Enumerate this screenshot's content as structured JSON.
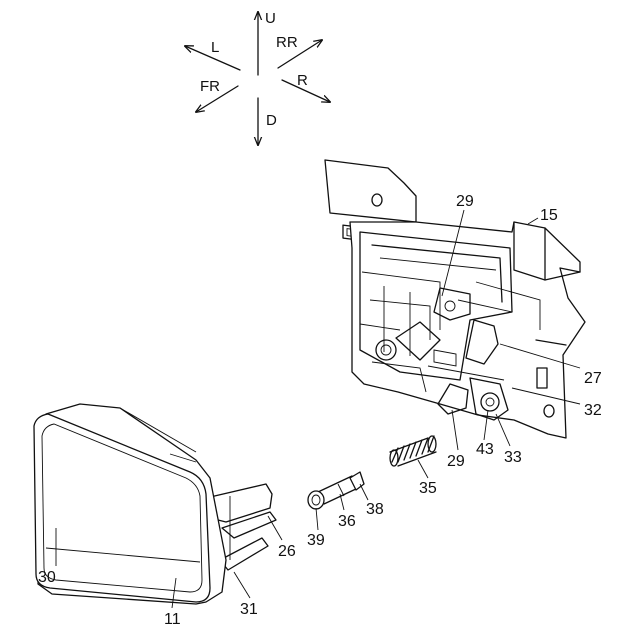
{
  "directions": {
    "up": "U",
    "down": "D",
    "left": "L",
    "right": "R",
    "front": "FR",
    "rear": "RR"
  },
  "part_labels": {
    "p15": "15",
    "p29a": "29",
    "p27": "27",
    "p32": "32",
    "p29b": "29",
    "p43": "43",
    "p33": "33",
    "p35": "35",
    "p36": "36",
    "p38": "38",
    "p39": "39",
    "p26": "26",
    "p30": "30",
    "p11": "11",
    "p31": "31"
  }
}
